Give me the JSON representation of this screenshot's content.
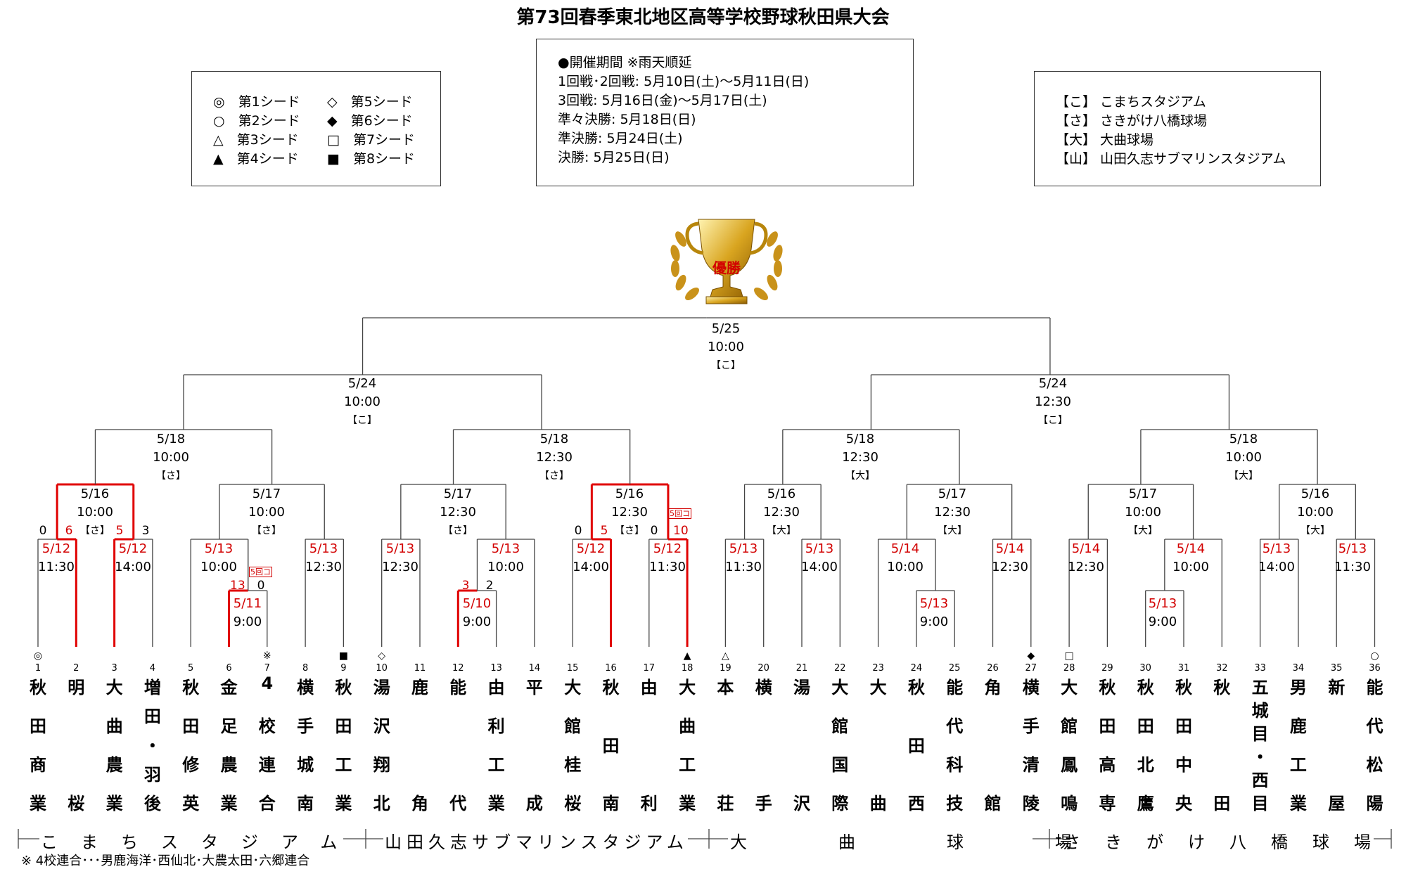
{
  "title": "第73回春季東北地区高等学校野球秋田県大会",
  "legend": {
    "items": [
      {
        "symbol": "◎",
        "label": "第1シード"
      },
      {
        "symbol": "○",
        "label": "第2シード"
      },
      {
        "symbol": "△",
        "label": "第3シード"
      },
      {
        "symbol": "▲",
        "label": "第4シード"
      },
      {
        "symbol": "◇",
        "label": "第5シード"
      },
      {
        "symbol": "◆",
        "label": "第6シード"
      },
      {
        "symbol": "□",
        "label": "第7シード"
      },
      {
        "symbol": "■",
        "label": "第8シード"
      }
    ]
  },
  "schedule": {
    "lines": [
      "●開催期間 ※雨天順延",
      "1回戦･2回戦: 5月10日(土)～5月11日(日)",
      "3回戦: 5月16日(金)～5月17日(土)",
      "準々決勝: 5月18日(日)",
      "準決勝: 5月24日(土)",
      "決勝: 5月25日(日)"
    ]
  },
  "venues": {
    "lines": [
      "【こ】 こまちスタジアム",
      "【さ】 さきがけ八橋球場",
      "【大】 大曲球場",
      "【山】 山田久志サブマリンスタジアム"
    ]
  },
  "champion_label": "優勝",
  "final": {
    "date": "5/25",
    "time": "10:00",
    "venue": "【こ】"
  },
  "semifinals": [
    {
      "date": "5/24",
      "time": "10:00",
      "venue": "【こ】"
    },
    {
      "date": "5/24",
      "time": "12:30",
      "venue": "【こ】"
    }
  ],
  "quarterfinals": [
    {
      "date": "5/18",
      "time": "10:00",
      "venue": "【さ】"
    },
    {
      "date": "5/18",
      "time": "12:30",
      "venue": "【さ】"
    },
    {
      "date": "5/18",
      "time": "12:30",
      "venue": "【大】"
    },
    {
      "date": "5/18",
      "time": "10:00",
      "venue": "【大】"
    }
  ],
  "third_round": [
    {
      "date": "5/16",
      "time": "10:00",
      "venue": "【さ】"
    },
    {
      "date": "5/17",
      "time": "10:00",
      "venue": "【さ】"
    },
    {
      "date": "5/17",
      "time": "12:30",
      "venue": "【さ】"
    },
    {
      "date": "5/16",
      "time": "12:30",
      "venue": "【さ】"
    },
    {
      "date": "5/16",
      "time": "12:30",
      "venue": "【大】"
    },
    {
      "date": "5/17",
      "time": "12:30",
      "venue": "【大】"
    },
    {
      "date": "5/17",
      "time": "10:00",
      "venue": "【大】"
    },
    {
      "date": "5/16",
      "time": "10:00",
      "venue": "【大】"
    }
  ],
  "second_round": [
    {
      "date": "5/12",
      "time": "11:30"
    },
    {
      "date": "5/12",
      "time": "14:00"
    },
    {
      "date": "5/13",
      "time": "10:00"
    },
    {
      "date": "5/13",
      "time": "12:30"
    },
    {
      "date": "5/13",
      "time": "12:30"
    },
    {
      "date": "5/13",
      "time": "10:00"
    },
    {
      "date": "5/12",
      "time": "14:00"
    },
    {
      "date": "5/12",
      "time": "11:30"
    },
    {
      "date": "5/13",
      "time": "11:30"
    },
    {
      "date": "5/13",
      "time": "14:00"
    },
    {
      "date": "5/14",
      "time": "10:00"
    },
    {
      "date": "5/14",
      "time": "12:30"
    },
    {
      "date": "5/14",
      "time": "12:30"
    },
    {
      "date": "5/14",
      "time": "10:00"
    },
    {
      "date": "5/13",
      "time": "14:00"
    },
    {
      "date": "5/13",
      "time": "11:30"
    }
  ],
  "first_round": [
    {
      "date": "5/11",
      "time": "9:00"
    },
    {
      "date": "5/10",
      "time": "9:00"
    },
    {
      "date": "5/13",
      "time": "9:00"
    },
    {
      "date": "5/13",
      "time": "9:00"
    }
  ],
  "scores": {
    "m1_left": "0",
    "m1_right": "6",
    "m2_left": "5",
    "m2_right": "3",
    "r3a_left": "6",
    "r3a_right": "5",
    "m3_left": "13",
    "m3_right": "0",
    "m4_left": "3",
    "m4_right": "2",
    "m5_left": "0",
    "m5_right": "5",
    "m6_left": "0",
    "m6_right": "10",
    "note_5inning": "5回コ"
  },
  "teams": [
    {
      "num": "1",
      "seed": "◎",
      "name": "秋田商業"
    },
    {
      "num": "2",
      "seed": "",
      "name": "明桜"
    },
    {
      "num": "3",
      "seed": "",
      "name": "大曲農業"
    },
    {
      "num": "4",
      "seed": "",
      "name": "増田・羽後"
    },
    {
      "num": "5",
      "seed": "",
      "name": "秋田修英"
    },
    {
      "num": "6",
      "seed": "",
      "name": "金足農業"
    },
    {
      "num": "7",
      "seed": "※",
      "name": "4校連合"
    },
    {
      "num": "8",
      "seed": "",
      "name": "横手城南"
    },
    {
      "num": "9",
      "seed": "■",
      "name": "秋田工業"
    },
    {
      "num": "10",
      "seed": "◇",
      "name": "湯沢翔北"
    },
    {
      "num": "11",
      "seed": "",
      "name": "鹿角"
    },
    {
      "num": "12",
      "seed": "",
      "name": "能代"
    },
    {
      "num": "13",
      "seed": "",
      "name": "由利工業"
    },
    {
      "num": "14",
      "seed": "",
      "name": "平成"
    },
    {
      "num": "15",
      "seed": "",
      "name": "大館桂桜"
    },
    {
      "num": "16",
      "seed": "",
      "name": "秋田南"
    },
    {
      "num": "17",
      "seed": "",
      "name": "由利"
    },
    {
      "num": "18",
      "seed": "▲",
      "name": "大曲工業"
    },
    {
      "num": "19",
      "seed": "△",
      "name": "本荘"
    },
    {
      "num": "20",
      "seed": "",
      "name": "横手"
    },
    {
      "num": "21",
      "seed": "",
      "name": "湯沢"
    },
    {
      "num": "22",
      "seed": "",
      "name": "大館国際"
    },
    {
      "num": "23",
      "seed": "",
      "name": "大曲"
    },
    {
      "num": "24",
      "seed": "",
      "name": "秋田西"
    },
    {
      "num": "25",
      "seed": "",
      "name": "能代科技"
    },
    {
      "num": "26",
      "seed": "",
      "name": "角館"
    },
    {
      "num": "27",
      "seed": "◆",
      "name": "横手清陵"
    },
    {
      "num": "28",
      "seed": "□",
      "name": "大館鳳鳴"
    },
    {
      "num": "29",
      "seed": "",
      "name": "秋田高専"
    },
    {
      "num": "30",
      "seed": "",
      "name": "秋田北鷹"
    },
    {
      "num": "31",
      "seed": "",
      "name": "秋田中央"
    },
    {
      "num": "32",
      "seed": "",
      "name": "秋田"
    },
    {
      "num": "33",
      "seed": "",
      "name": "五城目・西目"
    },
    {
      "num": "34",
      "seed": "",
      "name": "男鹿工業"
    },
    {
      "num": "35",
      "seed": "",
      "name": "新屋"
    },
    {
      "num": "36",
      "seed": "○",
      "name": "能代松陽"
    }
  ],
  "venue_bar": [
    {
      "label": "こまちスタジアム"
    },
    {
      "label": "山田久志サブマリンスタジアム"
    },
    {
      "label": "大曲球場"
    },
    {
      "label": "さきがけ八橋球場"
    }
  ],
  "footnote": "※ 4校連合･･･男鹿海洋･西仙北･大農太田･六郷連合"
}
